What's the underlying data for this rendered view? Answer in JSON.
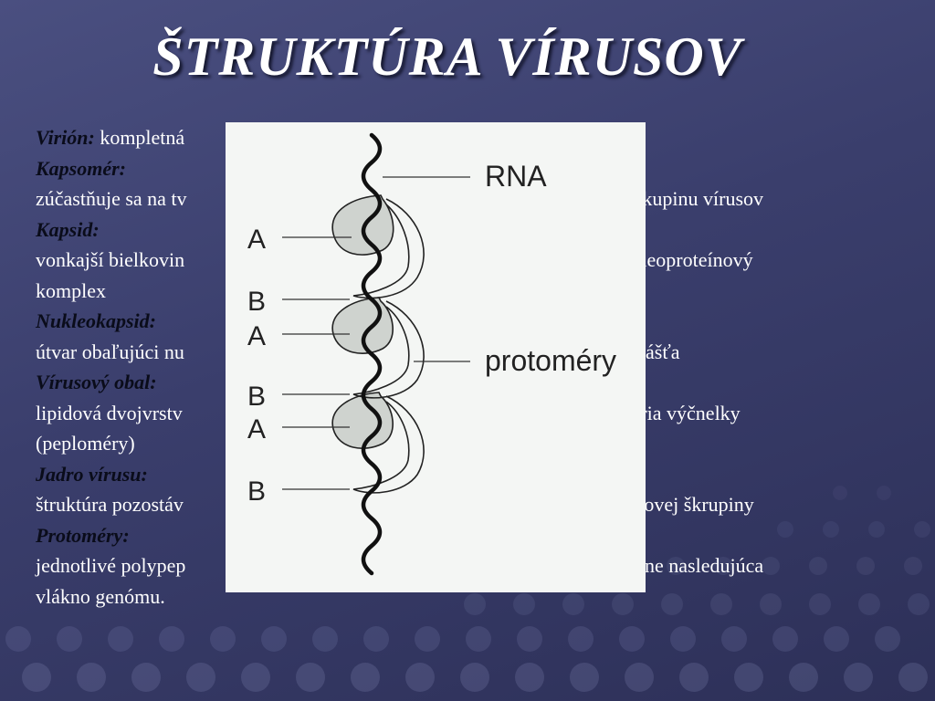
{
  "slide": {
    "title": "ŠTRUKTÚRA VÍRUSOV",
    "entries": [
      {
        "term": "Virión:",
        "inline": "kompletná",
        "lines": []
      },
      {
        "term": "Kapsomér:",
        "inline": "",
        "lines": [
          "zúčastňuje sa na tv",
          "danú skupinu vírusov"
        ]
      },
      {
        "term": "Kapsid:",
        "inline": "",
        "lines": [
          "vonkajší bielkovin",
          "ebo nukleoproteínový",
          "komplex"
        ]
      },
      {
        "term": "Nukleokapsid:",
        "inline": "",
        "lines": [
          "útvar obaľujúci nu",
          "plášťa"
        ]
      },
      {
        "term": "Vírusový obal:",
        "inline": "",
        "lines": [
          "lipidová dvojvrstv",
          "hu tvoria výčnelky",
          "(peploméry)"
        ]
      },
      {
        "term": "Jadro vírusu:",
        "inline": "",
        "lines": [
          "štruktúra pozostáv",
          "z jadrovej škrupiny"
        ]
      },
      {
        "term": "Protoméry:",
        "inline": "",
        "lines": [
          "jednotlivé polypep",
          "ozdĺžne nasledujúca",
          "vlákno genómu."
        ]
      }
    ]
  },
  "figure": {
    "label_rna": "RNA",
    "label_protomery": "protoméry",
    "label_a1": "A",
    "label_b1": "B",
    "label_a2": "A",
    "label_b2": "B",
    "label_a3": "A",
    "label_b3": "B"
  }
}
